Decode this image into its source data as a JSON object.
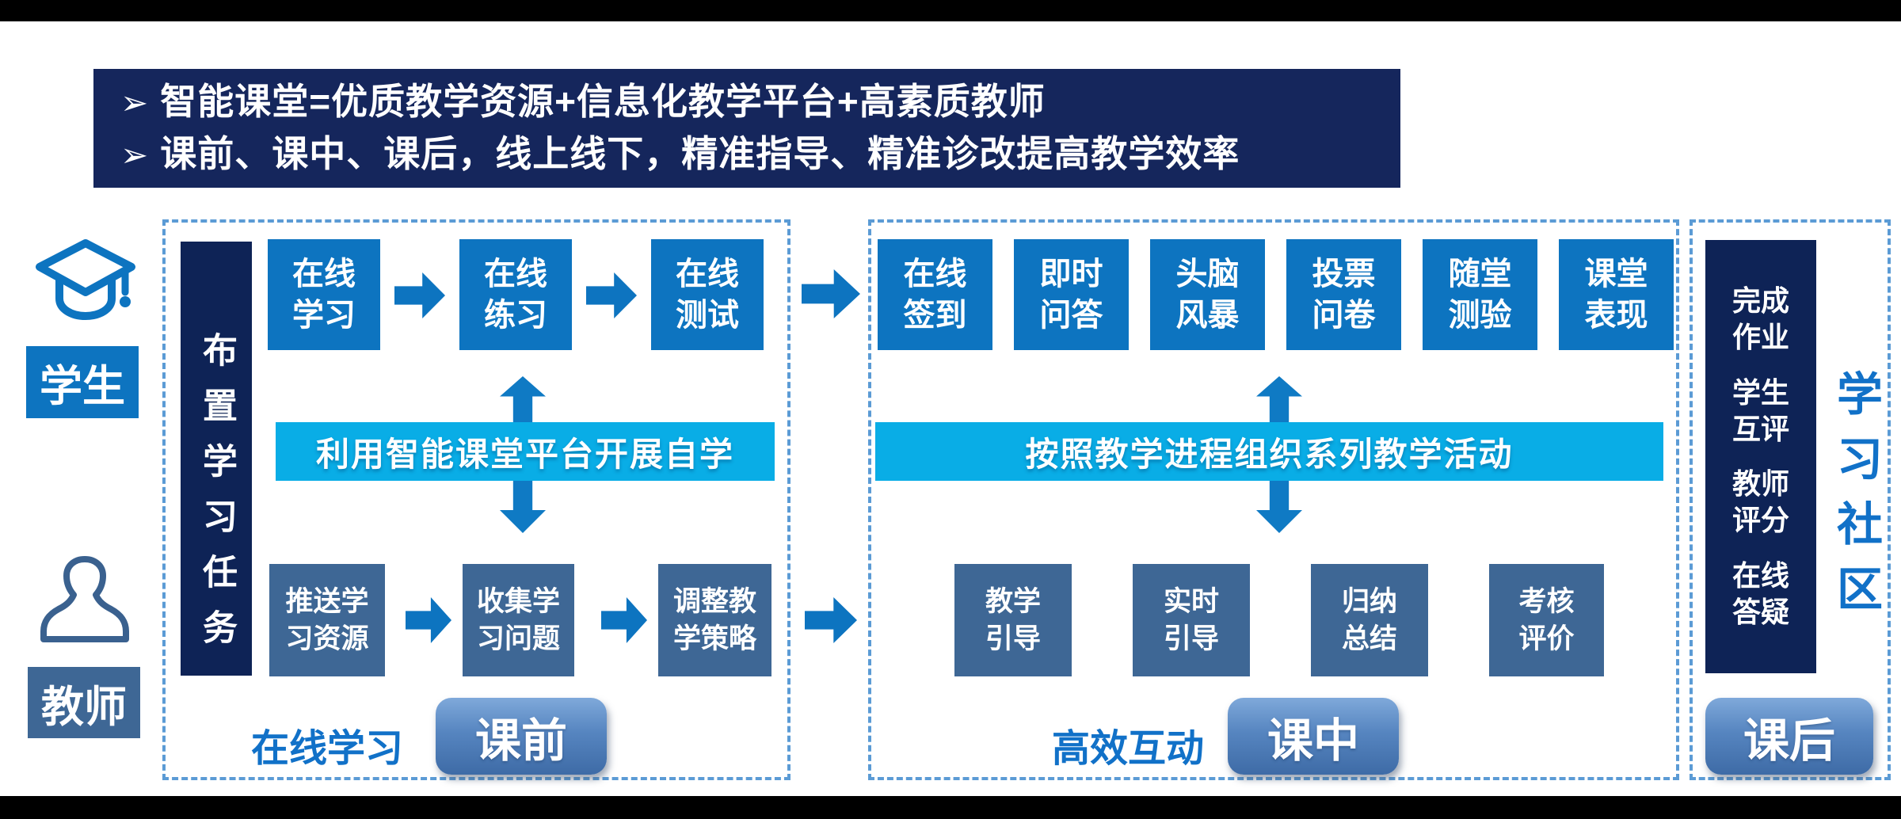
{
  "banner": {
    "bullet": "➢",
    "line1": "智能课堂=优质教学资源+信息化教学平台+高素质教师",
    "line2": "课前、课中、课后，线上线下，精准指导、精准诊改提高教学效率"
  },
  "actors": {
    "student_label": "学生",
    "teacher_label": "教师"
  },
  "pre": {
    "task_bar": "布置学习任务",
    "top_boxes": [
      "在线\n学习",
      "在线\n练习",
      "在线\n测试"
    ],
    "mid_bar": "利用智能课堂平台开展自学",
    "bottom_boxes": [
      "推送学\n习资源",
      "收集学\n习问题",
      "调整教\n学策略"
    ],
    "label": "在线学习",
    "badge": "课前"
  },
  "during": {
    "top_boxes": [
      "在线\n签到",
      "即时\n问答",
      "头脑\n风暴",
      "投票\n问卷",
      "随堂\n测验",
      "课堂\n表现"
    ],
    "mid_bar": "按照教学进程组织系列教学活动",
    "bottom_boxes": [
      "教学\n引导",
      "实时\n引导",
      "归纳\n总结",
      "考核\n评价"
    ],
    "label": "高效互动",
    "badge": "课中"
  },
  "post": {
    "bar_items": [
      "完成\n作业",
      "学生\n互评",
      "教师\n评分",
      "在线\n答疑"
    ],
    "side_label": "学习社区",
    "badge": "课后"
  },
  "colors": {
    "banner_navy": "#15265c",
    "bright_blue": "#0d74c0",
    "steel_blue": "#3e6795",
    "deep_navy": "#0e2356",
    "light_blue": "#09ade6",
    "arrow_blue": "#0f7ac4",
    "dashed_border": "#5b9bd5",
    "label_blue": "#1171c8"
  }
}
